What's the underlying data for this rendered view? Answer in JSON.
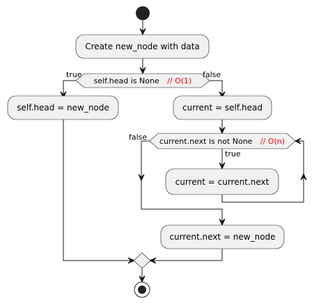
{
  "nodes": {
    "create": "Create new_node with data",
    "head_assign": "self.head = new_node",
    "current_init": "current = self.head",
    "current_advance": "current = current.next",
    "append": "current.next = new_node"
  },
  "conditions": {
    "head_check": {
      "text": "self.head is None",
      "comment": "// O(1)"
    },
    "loop_check": {
      "text": "current.next is not None",
      "comment": "// O(n)"
    }
  },
  "branches": {
    "head_true": "true",
    "head_false": "false",
    "loop_false": "false",
    "loop_true": "true"
  },
  "colors": {
    "node_fill": "#f1f1f1",
    "stroke": "#181818",
    "comment": "#ff0000"
  }
}
